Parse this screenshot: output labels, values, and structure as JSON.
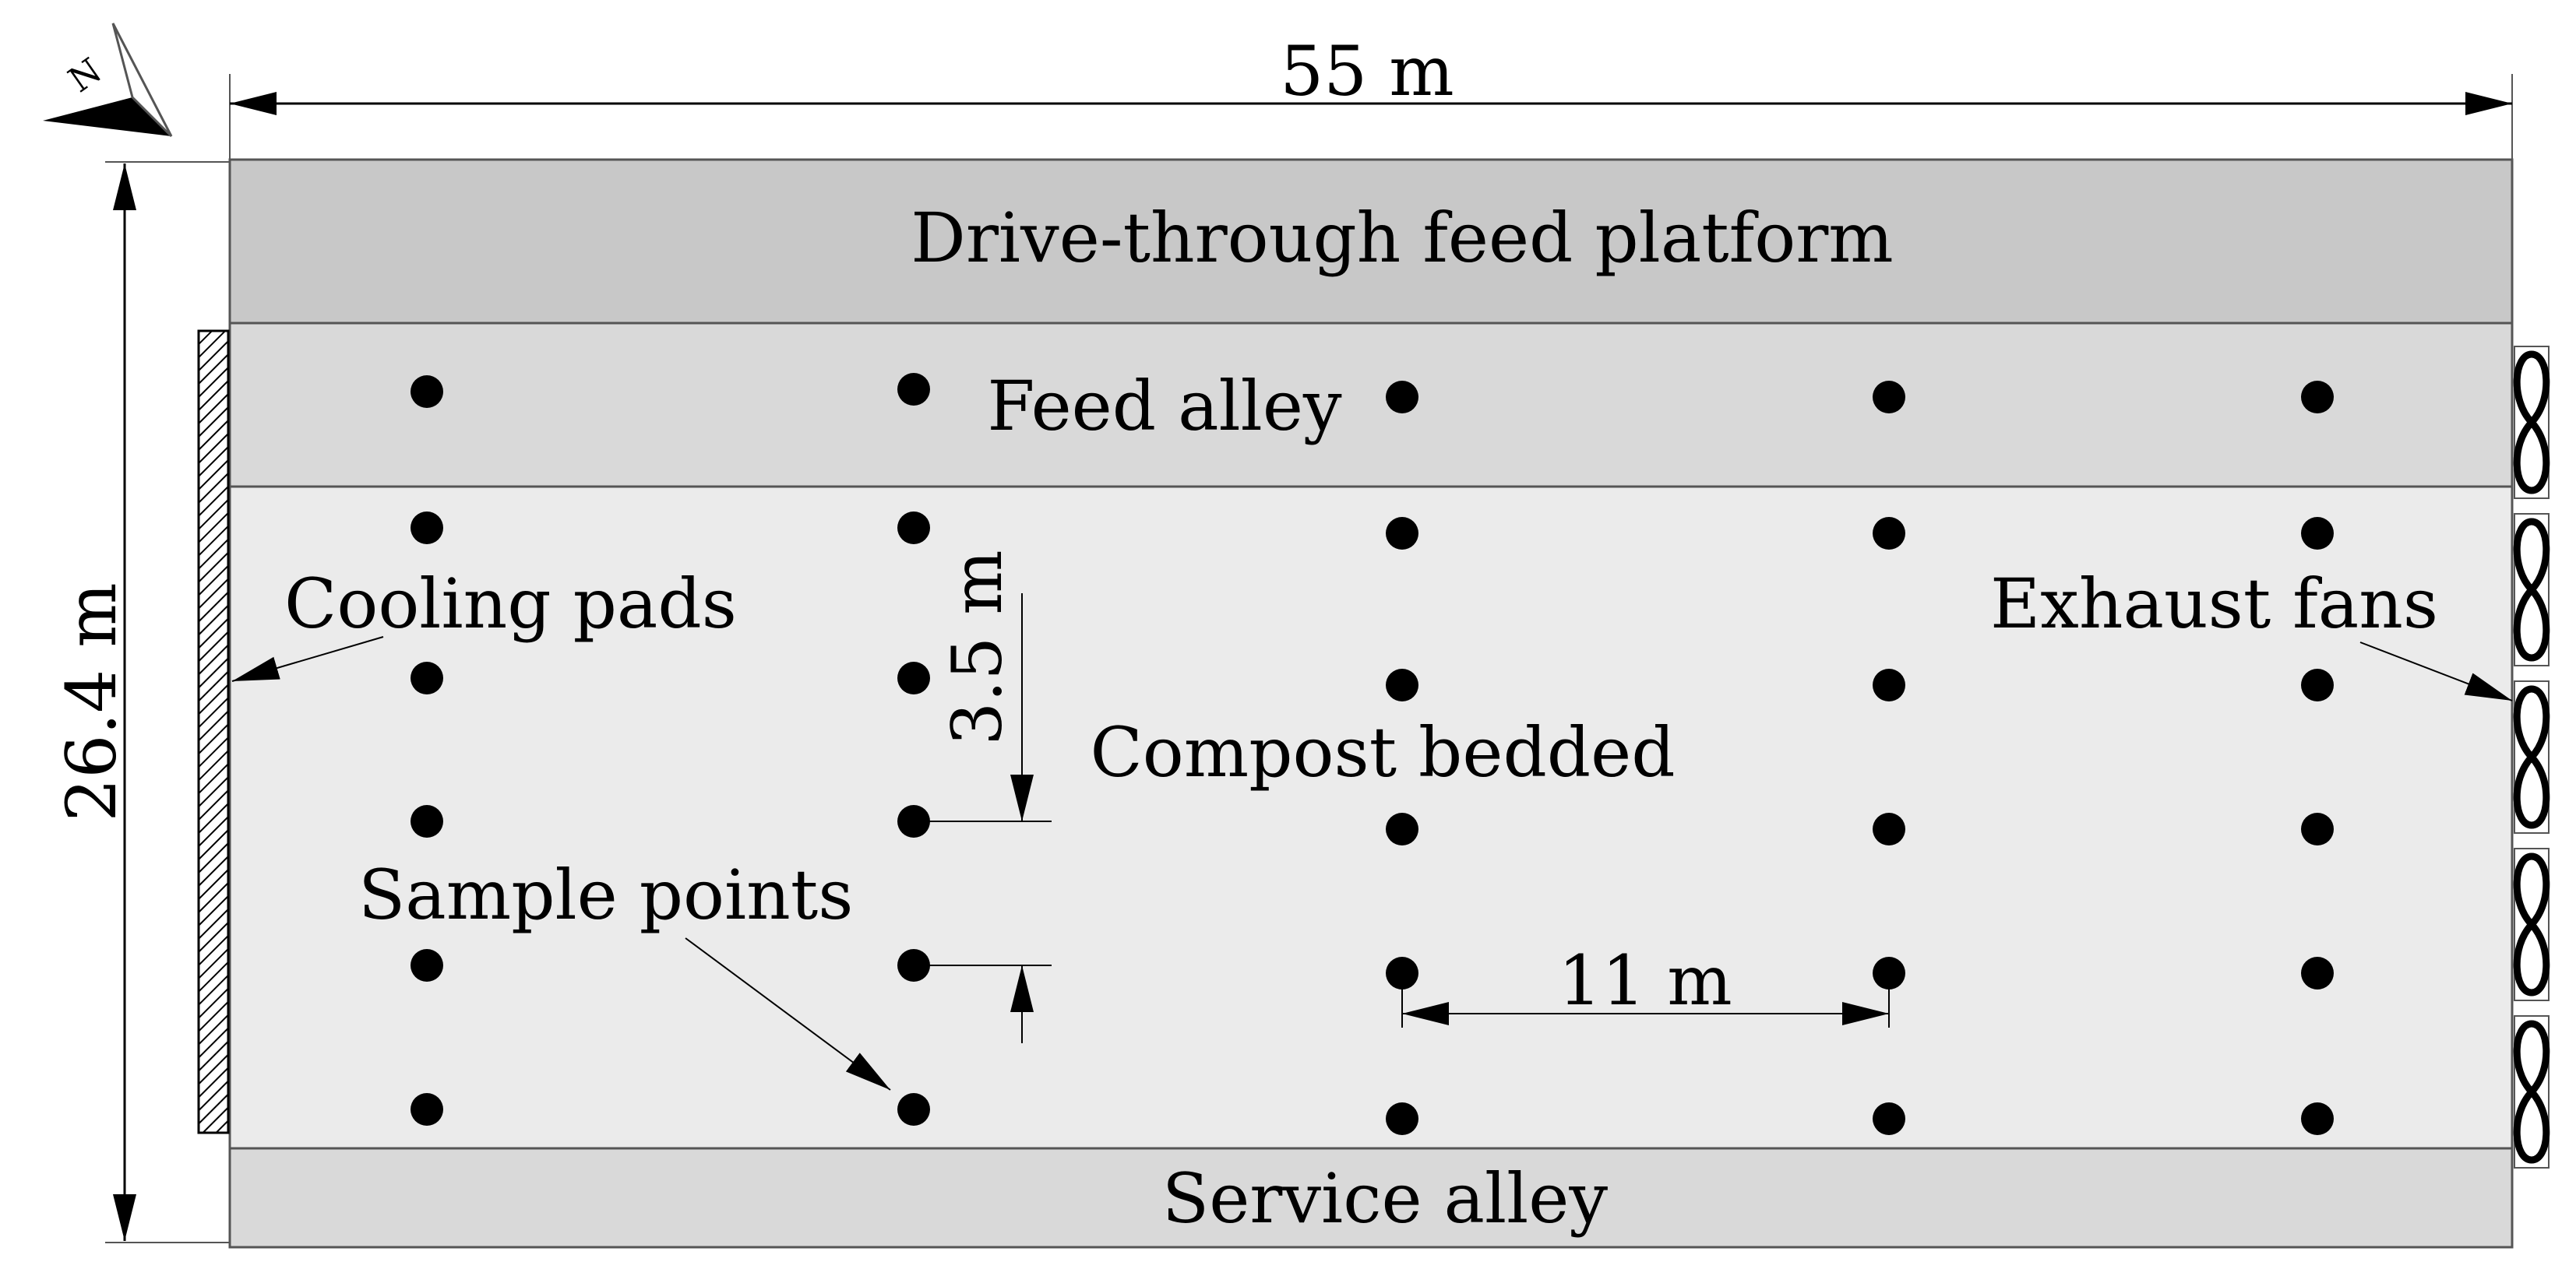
{
  "diagram": {
    "width_label": "55 m",
    "height_label": "26.4 m",
    "zones": {
      "feed_platform": "Drive-through feed platform",
      "feed_alley": "Feed alley",
      "compost": "Compost bedded",
      "service_alley": "Service alley"
    },
    "labels": {
      "cooling_pads": "Cooling pads",
      "exhaust_fans": "Exhaust fans",
      "sample_points": "Sample points"
    },
    "spacing": {
      "vertical": "3.5 m",
      "horizontal": "11 m"
    },
    "north_label": "N",
    "colors": {
      "feed_platform": "#c8c8c8",
      "feed_alley": "#d9d9d9",
      "compost": "#ebebeb",
      "service_alley": "#d9d9d9",
      "line": "#000000"
    }
  }
}
